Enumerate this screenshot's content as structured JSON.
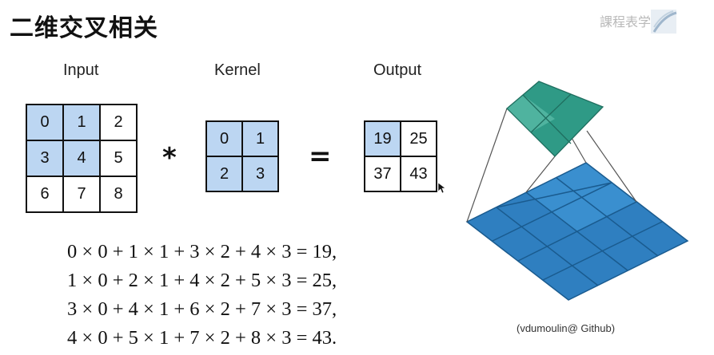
{
  "slide": {
    "title": "二维交叉相关",
    "watermark": "課程表学習",
    "labels": {
      "input": "Input",
      "kernel": "Kernel",
      "output": "Output"
    },
    "operators": {
      "conv": "*",
      "equals": "="
    },
    "input": [
      [
        "0",
        "1",
        "2"
      ],
      [
        "3",
        "4",
        "5"
      ],
      [
        "6",
        "7",
        "8"
      ]
    ],
    "kernel": [
      [
        "0",
        "1"
      ],
      [
        "2",
        "3"
      ]
    ],
    "output": [
      [
        "19",
        "25"
      ],
      [
        "37",
        "43"
      ]
    ],
    "equations": [
      "0 × 0 + 1 × 1 + 3 × 2 + 4 × 3 = 19,",
      "1 × 0 + 2 × 1 + 4 × 2 + 5 × 3 = 25,",
      "3 × 0 + 4 × 1 + 6 × 2 + 7 × 3 = 37,",
      "4 × 0 + 5 × 1 + 7 × 2 + 8 × 3 = 43."
    ],
    "credit": "(vdumoulin@ Github)"
  },
  "colors": {
    "highlight": "#bcd6f2",
    "input_plane": "#2f7fc0",
    "output_plane": "#2f9a86"
  }
}
